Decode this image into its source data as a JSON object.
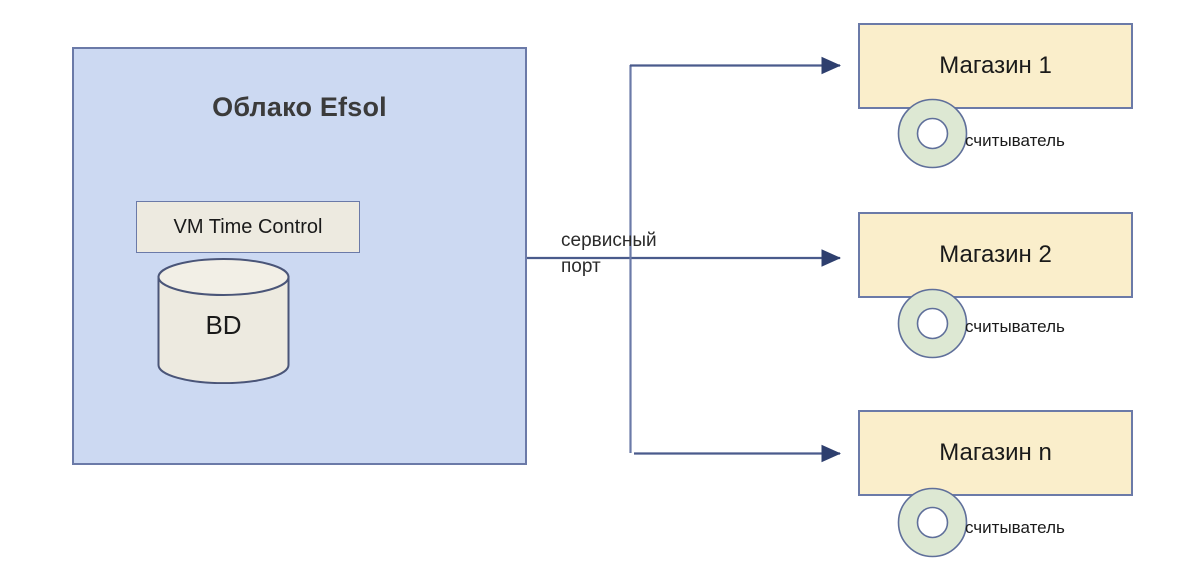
{
  "diagram": {
    "cloud": {
      "title": "Облако Efsol",
      "vm_label": "VM Time Control",
      "db_label": "BD",
      "fill_color": "#ccd9f2",
      "border_color": "#6b7aa8"
    },
    "connector": {
      "port_label": "сервисный\nпорт",
      "line_color": "#4a5b8c"
    },
    "stores": [
      {
        "name": "Магазин 1",
        "reader_label": "считыватель"
      },
      {
        "name": "Магазин 2",
        "reader_label": "считыватель"
      },
      {
        "name": "Магазин n",
        "reader_label": "считыватель"
      }
    ],
    "palette": {
      "store_fill": "#faeecb",
      "reader_fill": "#dde8d3",
      "node_fill": "#edeae0"
    }
  }
}
